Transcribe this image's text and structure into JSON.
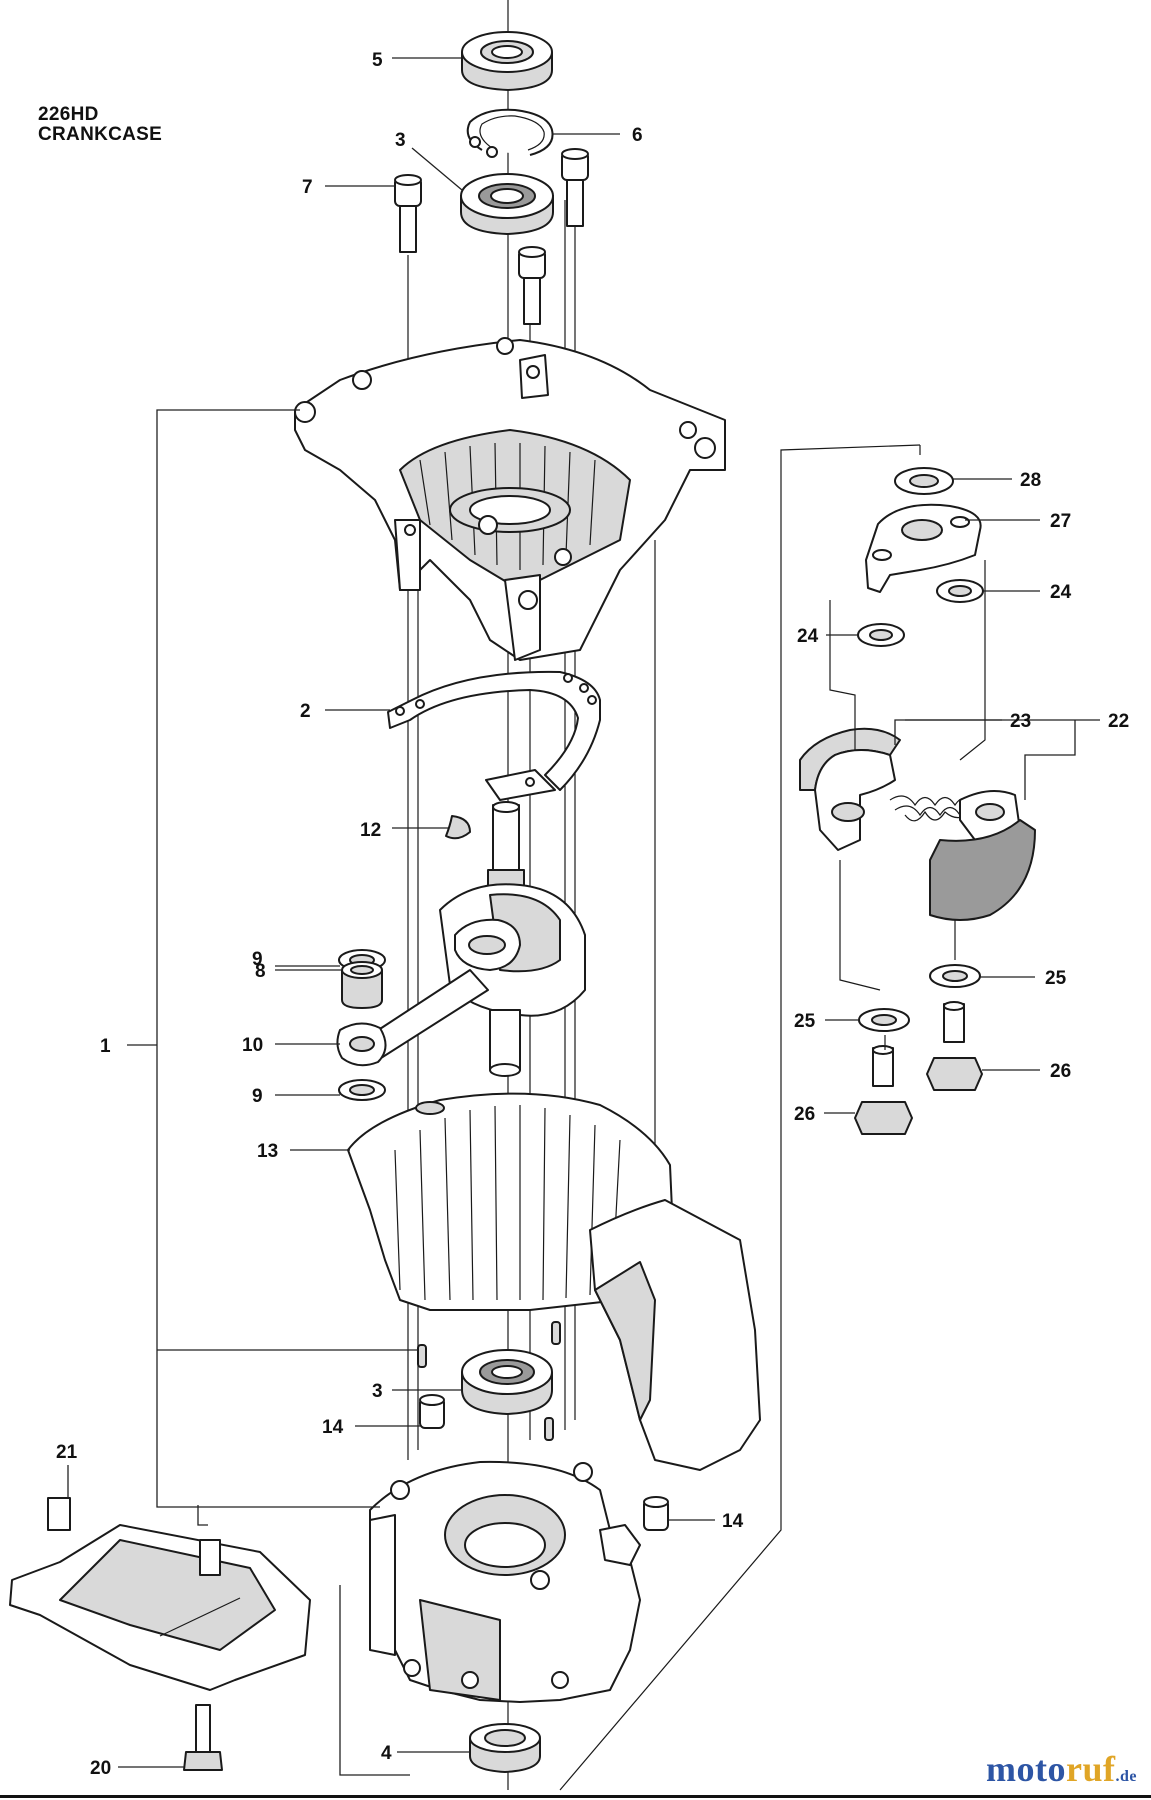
{
  "title": {
    "model": "226HD",
    "section": "CRANKCASE"
  },
  "callouts": {
    "c5": "5",
    "c6": "6",
    "c3a": "3",
    "c7": "7",
    "c1": "1",
    "c2": "2",
    "c12": "12",
    "c9a": "9",
    "c8": "8",
    "c10": "10",
    "c9b": "9",
    "c13": "13",
    "c3b": "3",
    "c14a": "14",
    "c14b": "14",
    "c21": "21",
    "c20": "20",
    "c4": "4",
    "c28": "28",
    "c27": "27",
    "c24a": "24",
    "c24b": "24",
    "c23": "23",
    "c22": "22",
    "c25a": "25",
    "c25b": "25",
    "c26a": "26",
    "c26b": "26"
  },
  "watermark": {
    "part1": "moto",
    "part2": "ruf",
    "part3": ".de"
  }
}
